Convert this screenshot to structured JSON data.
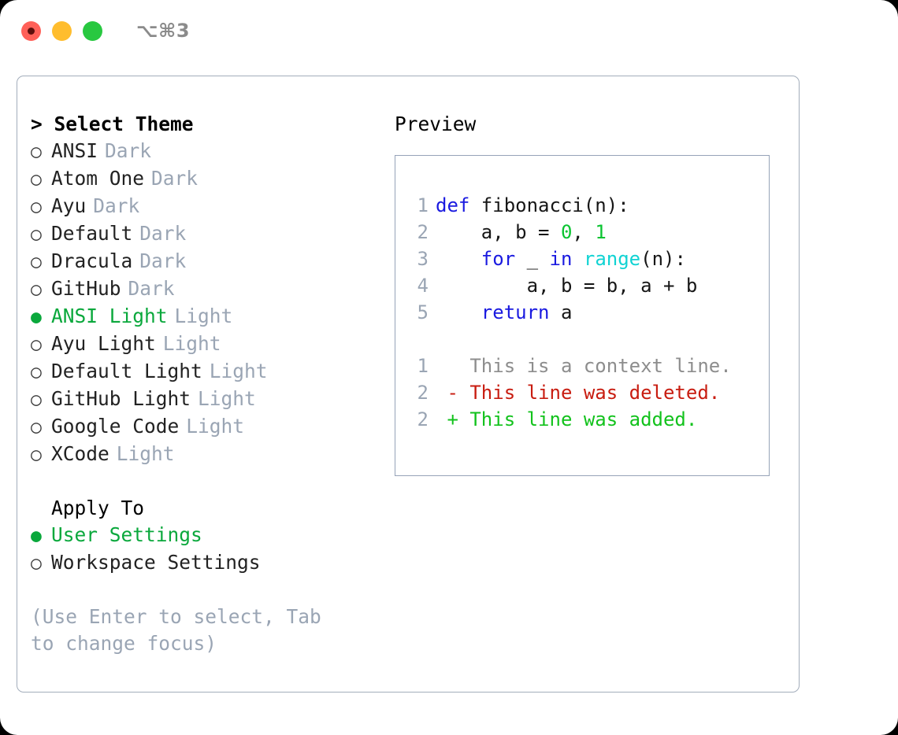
{
  "titlebar": {
    "shortcut": "⌥⌘3",
    "buttons": [
      {
        "name": "close",
        "color": "#ff6058"
      },
      {
        "name": "minimize",
        "color": "#ffbd2e"
      },
      {
        "name": "maximize",
        "color": "#28c840"
      }
    ]
  },
  "theme_picker": {
    "caret": ">",
    "heading": "Select Theme",
    "radio_on": "●",
    "radio_off": "○",
    "items": [
      {
        "label": "ANSI",
        "variant": "Dark",
        "selected": false
      },
      {
        "label": "Atom One",
        "variant": "Dark",
        "selected": false
      },
      {
        "label": "Ayu",
        "variant": "Dark",
        "selected": false
      },
      {
        "label": "Default",
        "variant": "Dark",
        "selected": false
      },
      {
        "label": "Dracula",
        "variant": "Dark",
        "selected": false
      },
      {
        "label": "GitHub",
        "variant": "Dark",
        "selected": false
      },
      {
        "label": "ANSI Light",
        "variant": "Light",
        "selected": true
      },
      {
        "label": "Ayu Light",
        "variant": "Light",
        "selected": false
      },
      {
        "label": "Default Light",
        "variant": "Light",
        "selected": false
      },
      {
        "label": "GitHub Light",
        "variant": "Light",
        "selected": false
      },
      {
        "label": "Google Code",
        "variant": "Light",
        "selected": false
      },
      {
        "label": "XCode",
        "variant": "Light",
        "selected": false
      }
    ]
  },
  "apply_to": {
    "heading": "Apply To",
    "items": [
      {
        "label": "User Settings",
        "selected": true
      },
      {
        "label": "Workspace Settings",
        "selected": false
      }
    ]
  },
  "hint": "(Use Enter to select, Tab to change focus)",
  "preview": {
    "title": "Preview",
    "code_lines": [
      {
        "num": "1",
        "tokens": [
          {
            "text": "def ",
            "type": "kw"
          },
          {
            "text": "fibonacci(n):",
            "type": "plain"
          }
        ]
      },
      {
        "num": "2",
        "tokens": [
          {
            "text": "    a, b = ",
            "type": "plain"
          },
          {
            "text": "0",
            "type": "num"
          },
          {
            "text": ", ",
            "type": "plain"
          },
          {
            "text": "1",
            "type": "num"
          }
        ]
      },
      {
        "num": "3",
        "tokens": [
          {
            "text": "    ",
            "type": "plain"
          },
          {
            "text": "for",
            "type": "kw"
          },
          {
            "text": " _ ",
            "type": "plain"
          },
          {
            "text": "in",
            "type": "kw"
          },
          {
            "text": " ",
            "type": "plain"
          },
          {
            "text": "range",
            "type": "fn"
          },
          {
            "text": "(n):",
            "type": "plain"
          }
        ]
      },
      {
        "num": "4",
        "tokens": [
          {
            "text": "        a, b = b, a + b",
            "type": "plain"
          }
        ]
      },
      {
        "num": "5",
        "tokens": [
          {
            "text": "    ",
            "type": "plain"
          },
          {
            "text": "return",
            "type": "kw"
          },
          {
            "text": " a",
            "type": "plain"
          }
        ]
      }
    ],
    "diff_lines": [
      {
        "num": "1",
        "marker": " ",
        "text": "This is a context line.",
        "type": "ctx"
      },
      {
        "num": "2",
        "marker": "-",
        "text": "This line was deleted.",
        "type": "del"
      },
      {
        "num": "2",
        "marker": "+",
        "text": "This line was added.",
        "type": "add"
      }
    ]
  },
  "colors": {
    "accent_green": "#0aa83c",
    "muted_gray": "#9aa5b4",
    "border": "#a3adbb",
    "preview_border": "#96a3b8",
    "keyword_blue": "#1a1ae0",
    "function_cyan": "#11d3d3",
    "number_green": "#0ac431",
    "diff_delete_red": "#c81c10",
    "diff_add_green": "#12c21c"
  }
}
